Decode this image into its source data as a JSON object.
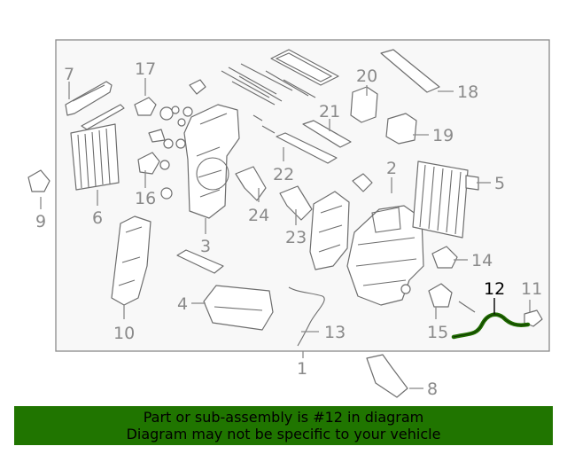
{
  "diagram": {
    "highlight_color": "#1f6b00",
    "highlighted_part": "12",
    "callouts": [
      "7",
      "17",
      "20",
      "18",
      "21",
      "19",
      "6",
      "16",
      "22",
      "2",
      "5",
      "9",
      "24",
      "3",
      "23",
      "14",
      "12",
      "11",
      "4",
      "10",
      "13",
      "15",
      "1",
      "8"
    ]
  },
  "banner": {
    "line1": "Part or sub-assembly is #12 in diagram",
    "line2": "Diagram may not be specific to your vehicle",
    "background": "#207500"
  }
}
